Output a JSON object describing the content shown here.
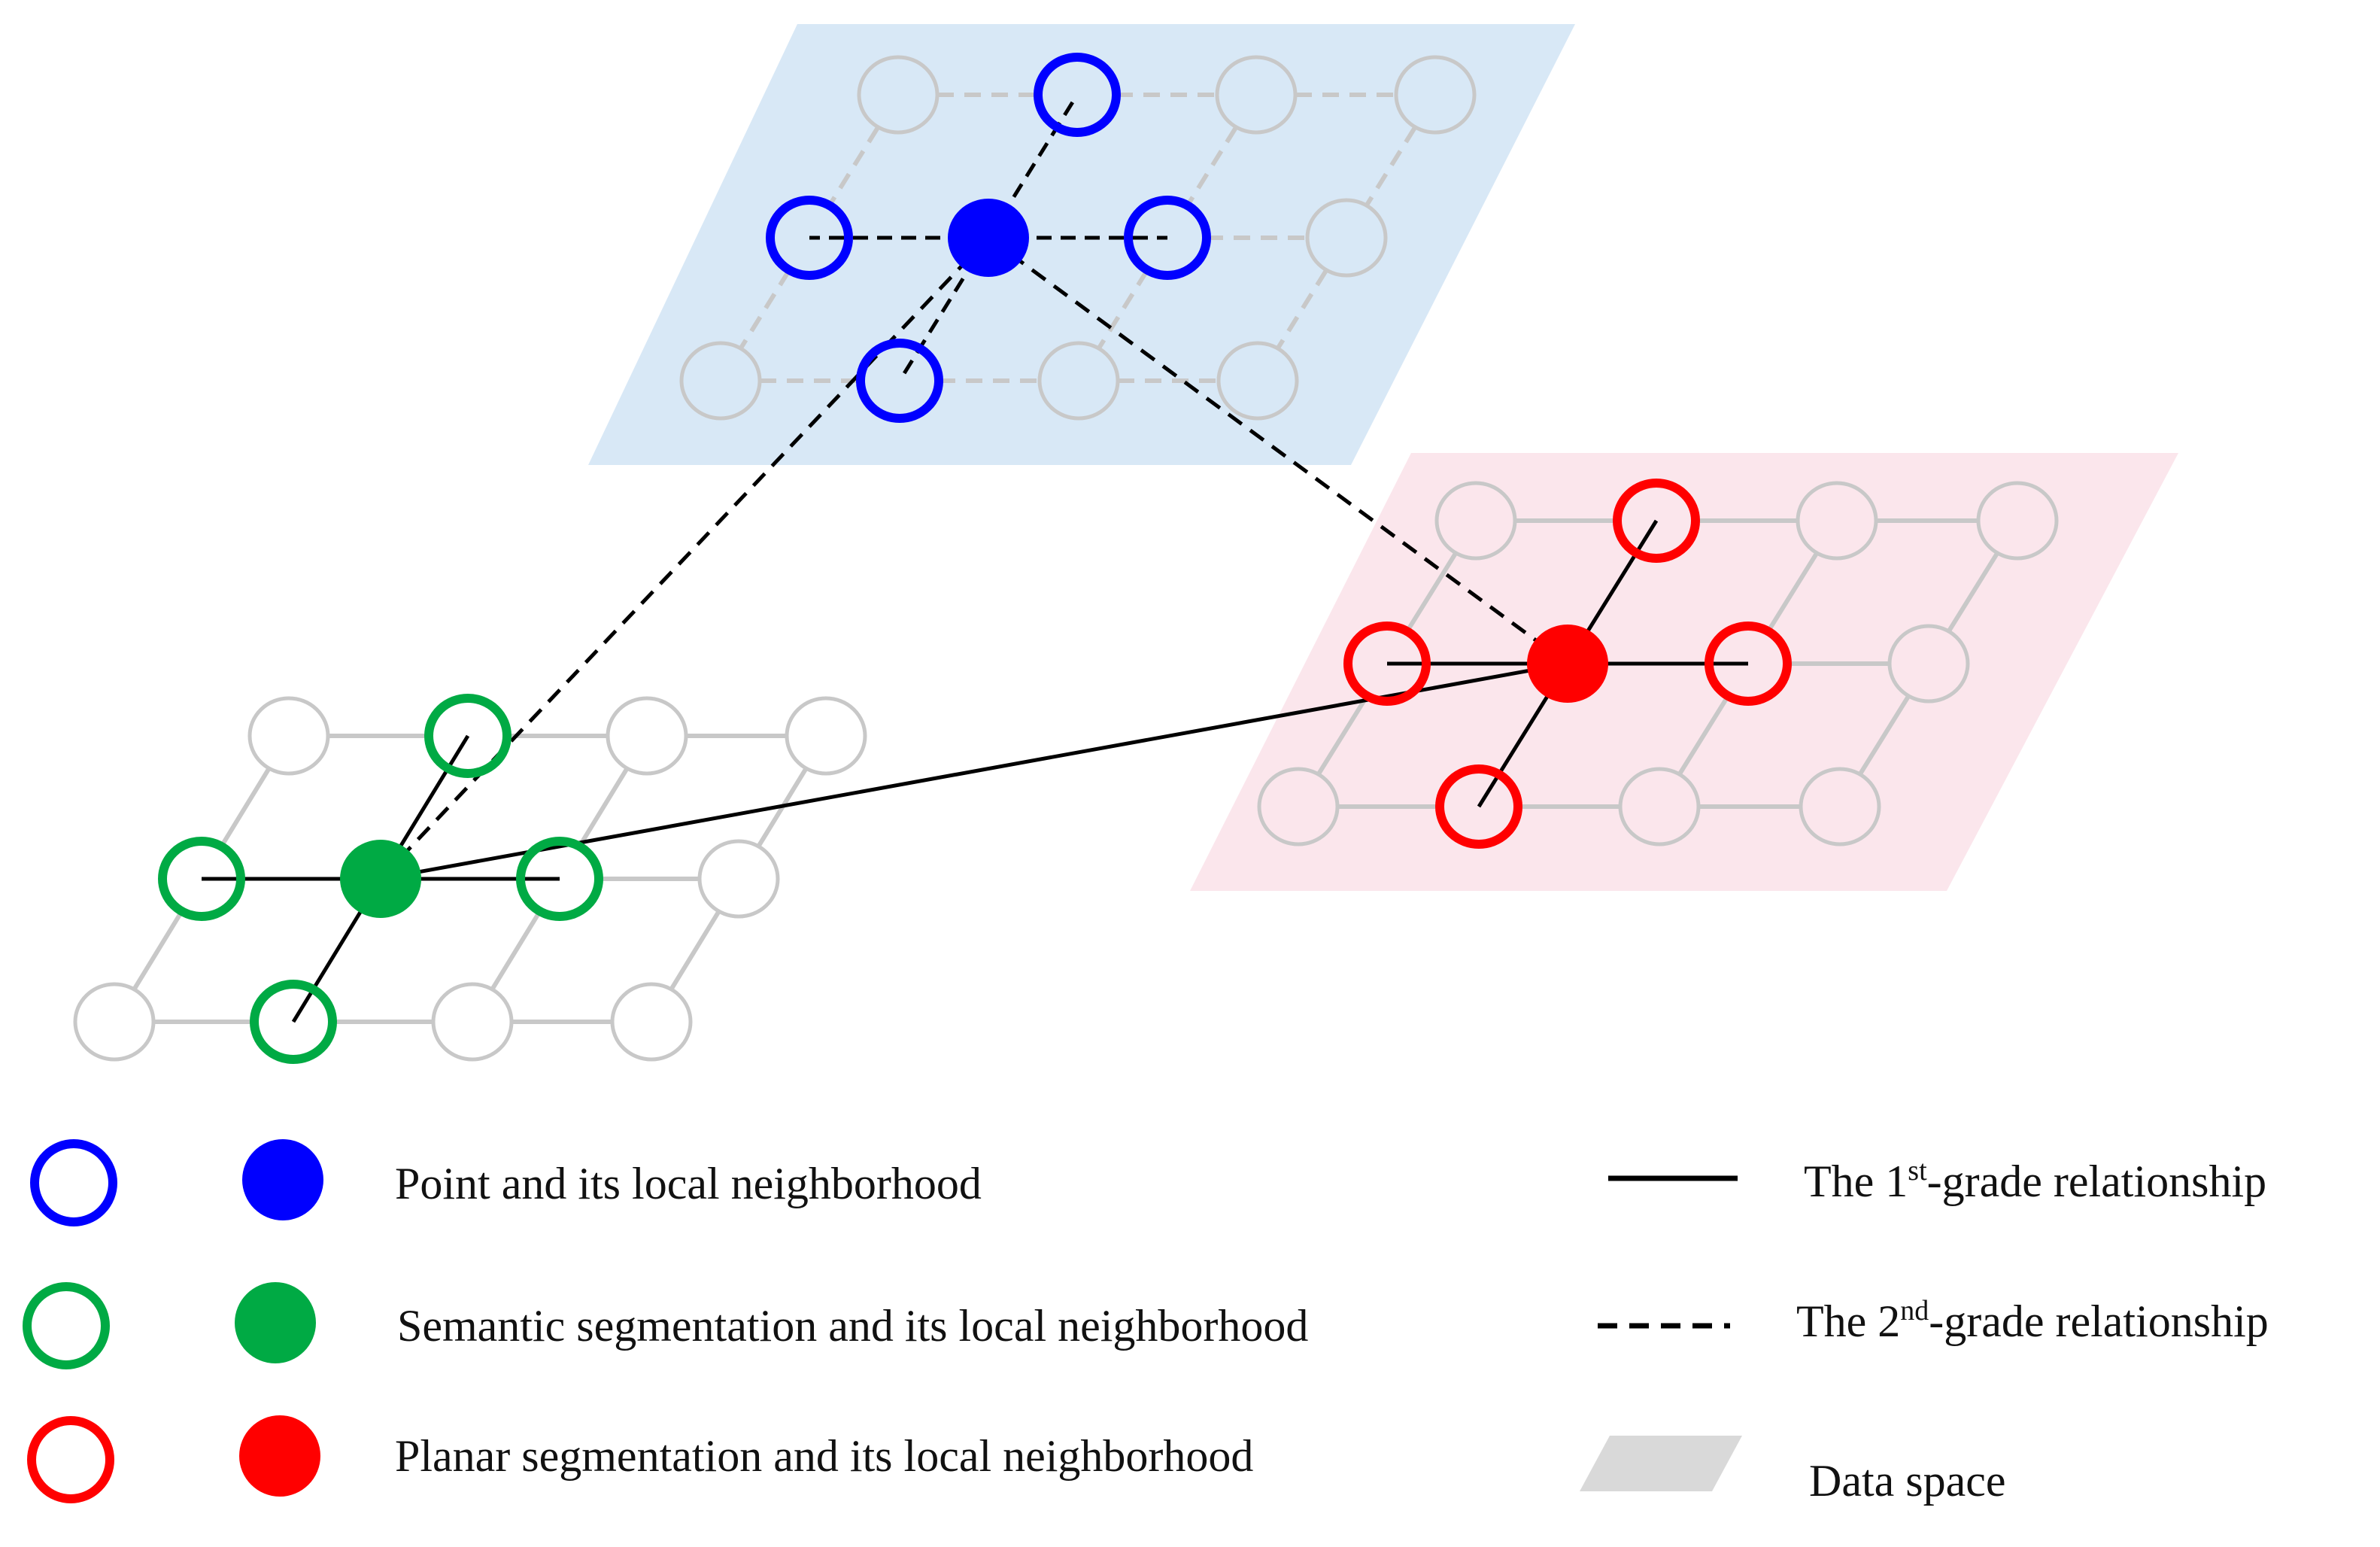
{
  "colors": {
    "point": "#0000ff",
    "semantic": "#00aa44",
    "planar": "#ff0000",
    "grid_node": "#c8c8c8",
    "data_space_blue": "#d8e8f6",
    "data_space_pink": "#fbe6ec",
    "data_space_legend": "#d9d9d9",
    "relationship": "#000000"
  },
  "spaces": [
    {
      "id": "point",
      "name": "Point",
      "fill": "data_space_blue",
      "grid_edge_style": "dashed"
    },
    {
      "id": "semantic",
      "name": "Semantic segmentation",
      "fill": "none",
      "grid_edge_style": "solid"
    },
    {
      "id": "planar",
      "name": "Planar segmentation",
      "fill": "data_space_pink",
      "grid_edge_style": "solid"
    }
  ],
  "relationships": {
    "first_grade": [
      "semantic-planar"
    ],
    "second_grade": [
      "point-semantic",
      "point-planar"
    ]
  },
  "legend": {
    "point_label": "Point and its local neighborhood",
    "semantic_label": "Semantic segmentation and its local neighborhood",
    "planar_label": "Planar segmentation and its local neighborhood",
    "first_grade": {
      "prefix": "The 1",
      "sup": "st",
      "suffix": "-grade relationship"
    },
    "second_grade": {
      "prefix": "The 2",
      "sup": "nd",
      "suffix": "-grade relationship"
    },
    "data_space_label": "Data space"
  }
}
